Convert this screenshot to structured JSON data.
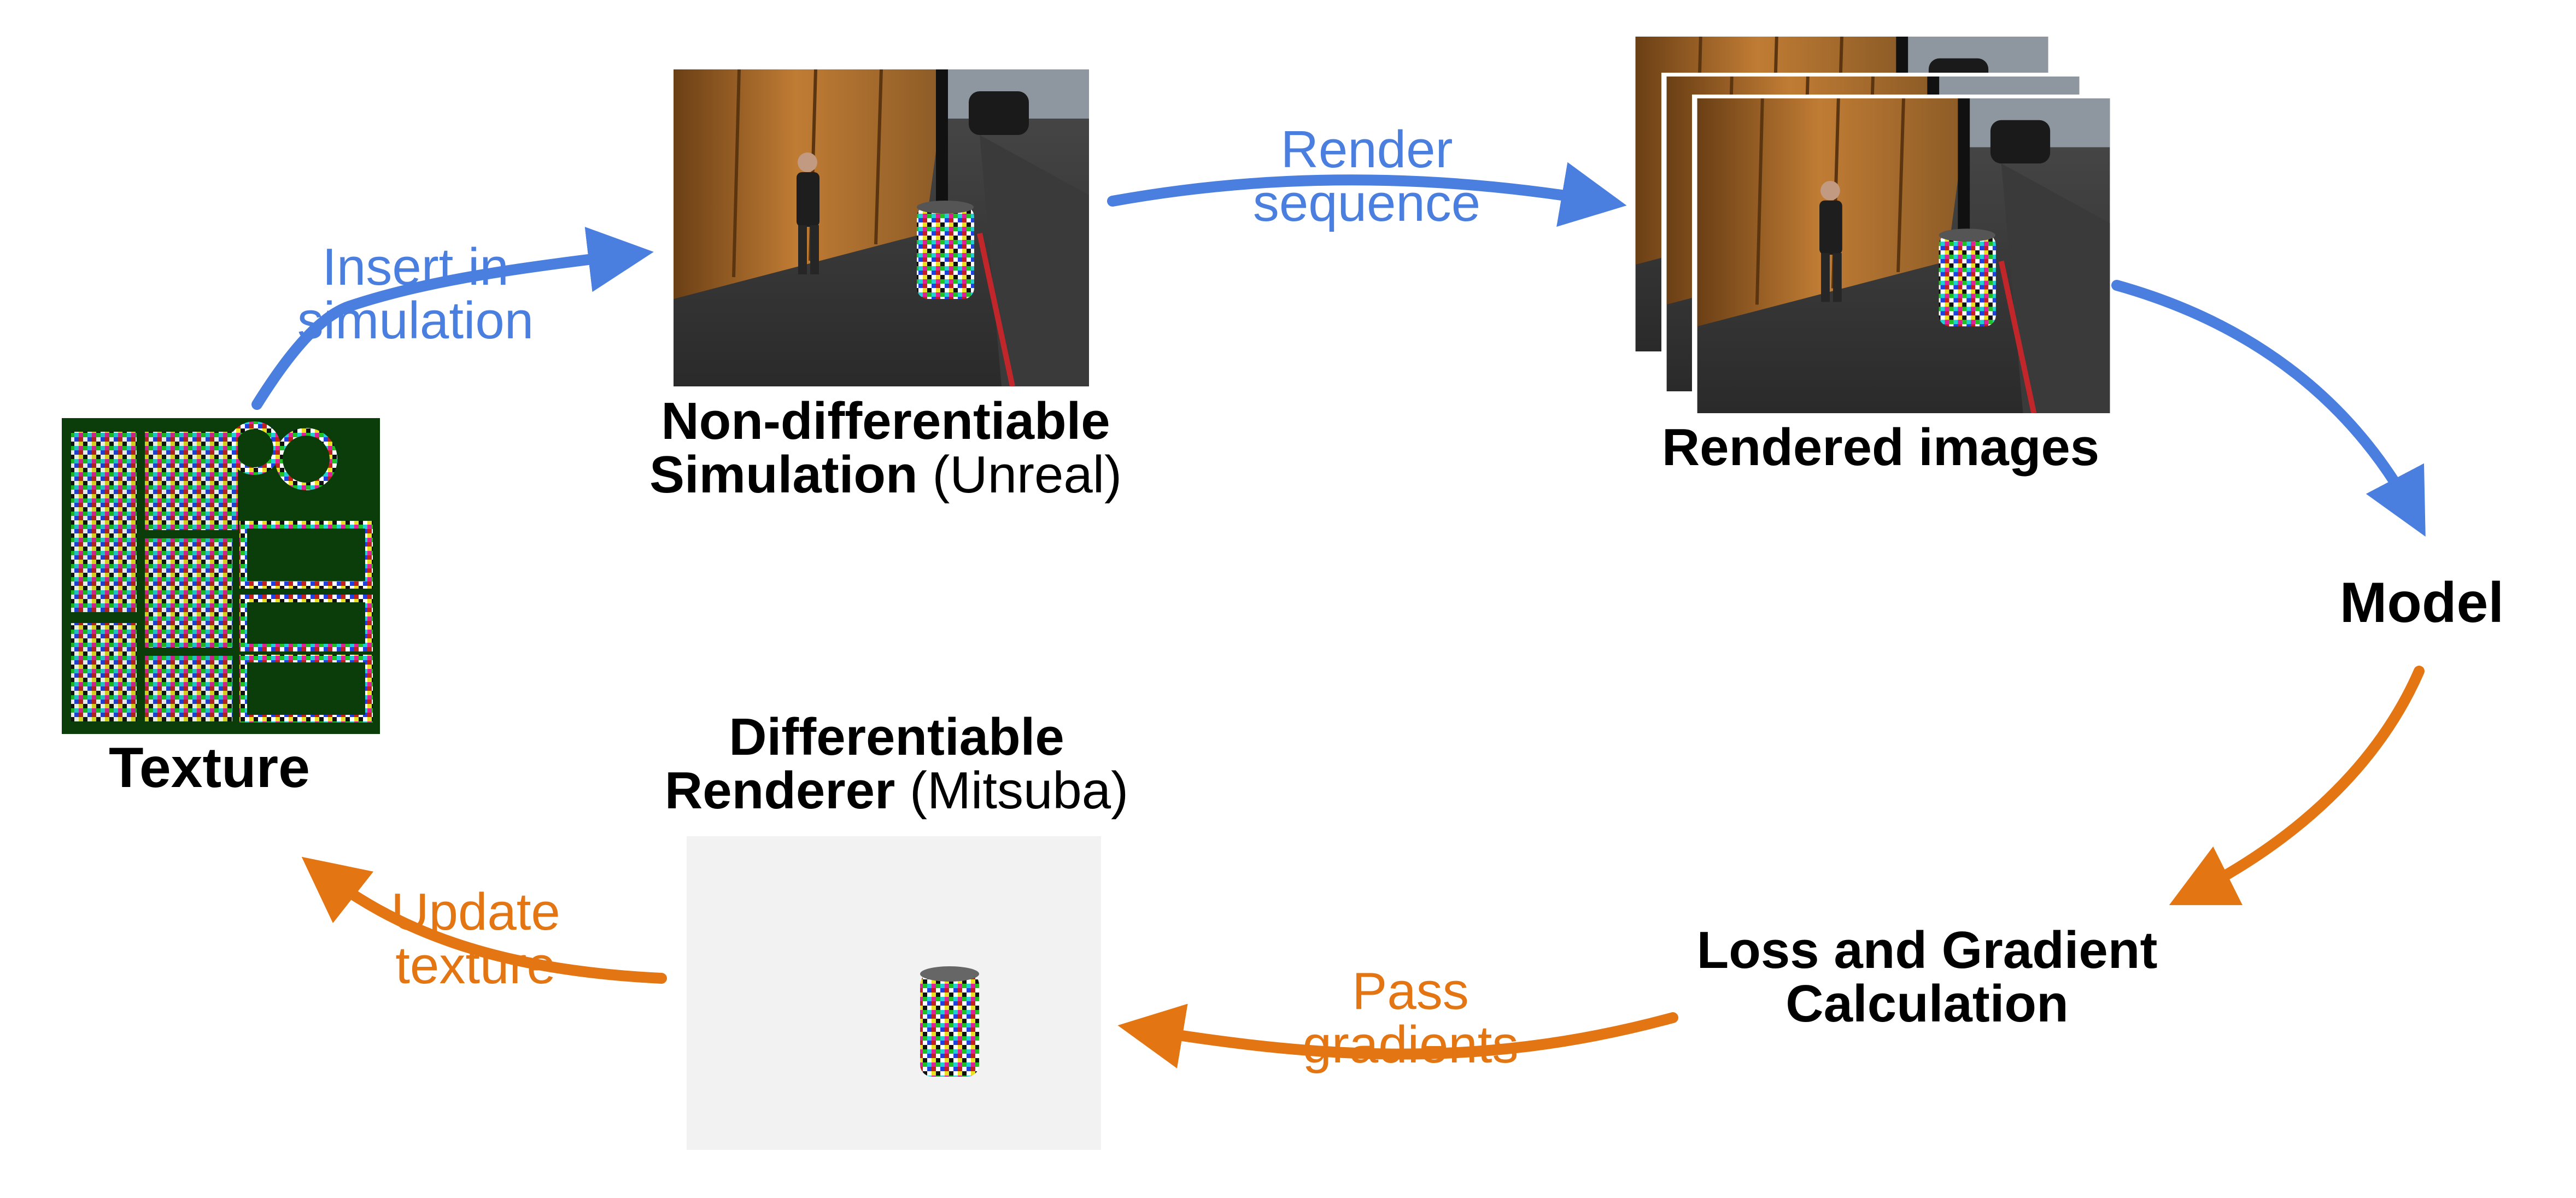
{
  "colors": {
    "forward": "#4a7fe0",
    "backward": "#e37512",
    "text": "#000000",
    "texture_bg": "#0b3d0b",
    "renderer_bg": "#f2f2f2"
  },
  "nodes": {
    "texture": {
      "label": "Texture"
    },
    "simulation": {
      "line1": "Non-differentiable",
      "line2": "Simulation",
      "paren": "(Unreal)"
    },
    "rendered_images": {
      "label": "Rendered images"
    },
    "model": {
      "label": "Model"
    },
    "loss": {
      "line1": "Loss and Gradient",
      "line2": "Calculation"
    },
    "renderer": {
      "line1": "Differentiable",
      "line2": "Renderer",
      "paren": "(Mitsuba)"
    }
  },
  "edges": {
    "insert": {
      "line1": "Insert in",
      "line2": "simulation"
    },
    "render": {
      "line1": "Render",
      "line2": "sequence"
    },
    "pass": {
      "line1": "Pass",
      "line2": "gradients"
    },
    "update": {
      "line1": "Update",
      "line2": "texture"
    }
  }
}
